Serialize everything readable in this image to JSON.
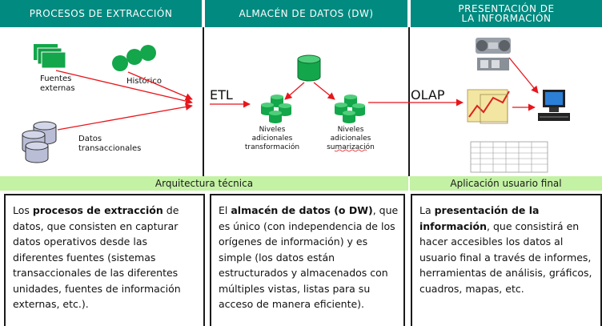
{
  "headers": {
    "extraction": "PROCESOS DE EXTRACCIÓN",
    "dw": "ALMACÉN DE DATOS (DW)",
    "presentation_l1": "PRESENTACIÓN DE",
    "presentation_l2": "LA INFORMACIÓN"
  },
  "diagram": {
    "fuentes_l1": "Fuentes",
    "fuentes_l2": "externas",
    "historico": "Histórico",
    "datos_l1": "Datos",
    "datos_l2": "transaccionales",
    "etl": "ETL",
    "olap": "OLAP",
    "niveles_t_l1": "Niveles",
    "niveles_t_l2": "adicionales",
    "niveles_t_l3": "transformación",
    "niveles_s_l1": "Niveles",
    "niveles_s_l2": "adicionales",
    "niveles_s_l3": "sumarización"
  },
  "bands": {
    "arquitectura": "Arquitectura técnica",
    "aplicacion": "Aplicación usuario final"
  },
  "descriptions": {
    "extraction": {
      "pre": "Los ",
      "bold": "procesos de extracción",
      "post": " de datos, que consisten en capturar datos operativos desde las diferentes fuentes (sistemas transaccionales de las diferentes unidades, fuentes de información externas, etc.)."
    },
    "dw": {
      "pre": "El ",
      "bold": "almacén de datos (o DW)",
      "post": ", que es único (con independencia de los orígenes de información) y es simple (los datos están estructurados y almacenados con múltiples vistas, listas para su acceso de manera eficiente)."
    },
    "presentation": {
      "pre": "La ",
      "bold": "presentación de la información",
      "post": ", que consistirá en hacer accesibles los datos al usuario final a través de informes, herramientas de análisis, gráficos, cuadros, mapas, etc."
    }
  },
  "colors": {
    "header_bg": "#008a80",
    "band_bg": "#c4f2a4",
    "arrow": "#e8151b",
    "data_icon": "#13a64a",
    "database_gray": "#b9bdd6"
  }
}
